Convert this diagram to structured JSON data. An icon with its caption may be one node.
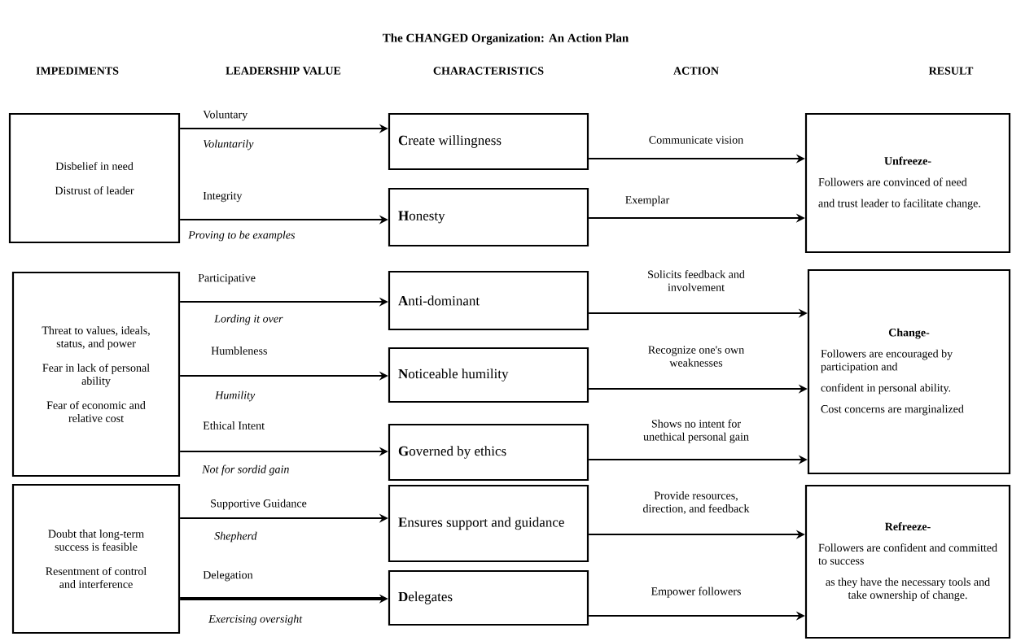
{
  "diagram": {
    "title": "The CHANGED Organization: An Action Plan",
    "nodes": [
      {
        "text": [
          "Disbelief in need",
          "Distrust of leader"
        ]
      },
      {
        "text": [
          "Threat to values, ideals, status, and power",
          "Fear in lack of personal ability",
          "Fear of economic and relative cost"
        ]
      },
      {
        "text": [
          "Doubt that long-term success is feasible",
          "Resentment of control and interference"
        ]
      },
      {
        "text": [
          "**C**reate willingness"
        ]
      },
      {
        "text": [
          "**H**onesty"
        ]
      },
      {
        "text": [
          "**A**nti-dominant"
        ]
      },
      {
        "text": [
          "**N**oticeable humility"
        ]
      },
      {
        "text": [
          "**G**overned by ethics"
        ]
      },
      {
        "text": [
          "**E**nsures support and guidance"
        ]
      },
      {
        "text": [
          "**D**elegates"
        ]
      },
      {
        "text": [
          "Unfreeze-",
          "Followers are convinced of need",
          "and trust leader to facilitate change."
        ]
      },
      {
        "text": [
          "Change-",
          "Followers are encouraged by participation and",
          "confident in personal ability.",
          "Cost concerns are marginalized"
        ]
      },
      {
        "text": [
          "Refreeze-",
          "Followers are confident and committed to success",
          "as they have the necessary tools and take ownership of change."
        ]
      }
    ],
    "edges": [
      {
        "from": 0,
        "to": 3,
        "arrow": "to",
        "label": "Voluntary"
      },
      {
        "from": 0,
        "to": 4,
        "arrow": "to",
        "label": "Integrity"
      },
      {
        "from": 1,
        "to": 5,
        "arrow": "to",
        "label": "Participative"
      },
      {
        "from": 1,
        "to": 6,
        "arrow": "to",
        "label": "Humbleness"
      },
      {
        "from": 1,
        "to": 7,
        "arrow": "to",
        "label": "Ethical Intent"
      },
      {
        "from": 2,
        "to": 8,
        "arrow": "to",
        "label": "Supportive Guidance"
      },
      {
        "from": 2,
        "to": 9,
        "arrow": "to",
        "label": "Delegation",
        "style": "thick"
      },
      {
        "from": 3,
        "to": 10,
        "arrow": "to",
        "label": "Communicate vision"
      },
      {
        "from": 4,
        "to": 10,
        "arrow": "to",
        "label": "Exemplar"
      },
      {
        "from": 5,
        "to": 11,
        "arrow": "to",
        "label": "Solicits feedback and involvement"
      },
      {
        "from": 6,
        "to": 11,
        "arrow": "to",
        "label": "Recognize one's own weaknesses"
      },
      {
        "from": 7,
        "to": 11,
        "arrow": "to",
        "label": "Shows no intent for unethical personal gain"
      },
      {
        "from": 8,
        "to": 12,
        "arrow": "to",
        "label": "Provide resources, direction, and feedback"
      },
      {
        "from": 9,
        "to": 12,
        "arrow": "to",
        "label": "Empower followers"
      }
    ],
    "labels": [
      "IMPEDIMENTS",
      "LEADERSHIP VALUE",
      "CHARACTERISTICS",
      "ACTION",
      "RESULT",
      "Voluntarily",
      "Proving to be examples",
      "Lording it over",
      "Humility",
      "Not for sordid gain",
      "Shepherd",
      "Exercising oversight"
    ]
  }
}
